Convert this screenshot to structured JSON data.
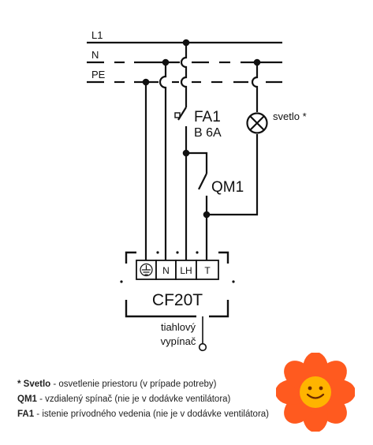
{
  "lines": {
    "l1": "L1",
    "n": "N",
    "pe": "PE"
  },
  "breaker": {
    "name": "FA1",
    "rating": "B 6A"
  },
  "contactor": {
    "name": "QM1"
  },
  "lamp": {
    "label": "svetlo *"
  },
  "unit": {
    "name": "CF20T",
    "terminals": [
      "⏚",
      "N",
      "LH",
      "T"
    ]
  },
  "switch": {
    "line1": "tiahlový",
    "line2": "vypínač"
  },
  "legend": [
    {
      "key": "* Svetlo",
      "text": " - osvetlenie priestoru (v prípade potreby)"
    },
    {
      "key": "QM1",
      "text": " - vzdialený spínač (nie je v dodávke ventilátora)"
    },
    {
      "key": "FA1",
      "text": " - istenie prívodného vedenia (nie je v dodávke ventilátora)"
    }
  ],
  "colors": {
    "line": "#111111",
    "flower_petal": "#ff5a1f",
    "flower_center": "#ffb400"
  },
  "icons": {
    "lamp": "lamp-cross-icon",
    "ground": "ground-icon",
    "mascot": "smiling-flower-icon"
  }
}
